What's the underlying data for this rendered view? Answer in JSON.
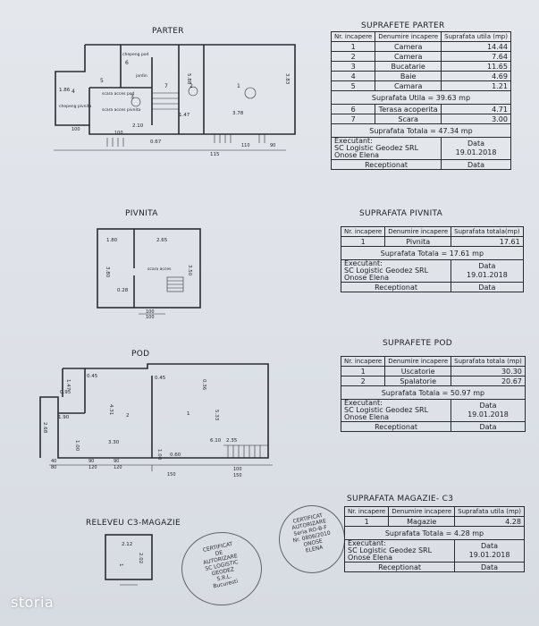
{
  "parter": {
    "plan_title": "PARTER",
    "table_title": "SUPRAFETE PARTER",
    "head_nr": "Nr. incapere",
    "head_name": "Denumire incapere",
    "head_area": "Suprafata utila (mp)",
    "rooms": [
      {
        "nr": "1",
        "name": "Camera",
        "area": "14.44"
      },
      {
        "nr": "2",
        "name": "Camera",
        "area": "7.64"
      },
      {
        "nr": "3",
        "name": "Bucatarie",
        "area": "11.65"
      },
      {
        "nr": "4",
        "name": "Baie",
        "area": "4.69"
      },
      {
        "nr": "5",
        "name": "Camara",
        "area": "1.21"
      }
    ],
    "utila": "Suprafata Utila  = 39.63 mp",
    "extra": [
      {
        "nr": "6",
        "name": "Terasa acoperita",
        "area": "4.71"
      },
      {
        "nr": "7",
        "name": "Scara",
        "area": "3.00"
      }
    ],
    "totala": "Suprafata Totala  = 47.34 mp",
    "executant_label": "Executant:",
    "executant_name": "SC Logistic Geodez SRL",
    "executant_person": "Onose Elena",
    "data_label": "Data",
    "data_value": "19.01.2018",
    "receptionat_label": "Receptionat"
  },
  "pivnita": {
    "plan_title": "PIVNITA",
    "table_title": "SUPRAFATA PIVNITA",
    "head_nr": "Nr. incapere",
    "head_name": "Denumire incapere",
    "head_area": "Suprafata totala(mp)",
    "rooms": [
      {
        "nr": "1",
        "name": "Pivnita",
        "area": "17.61"
      }
    ],
    "totala": "Suprafata Totala  = 17.61 mp",
    "executant_label": "Executant:",
    "executant_name": "SC Logistic Geodez SRL",
    "executant_person": "Onose Elena",
    "data_label": "Data",
    "data_value": "19.01.2018",
    "receptionat_label": "Receptionat"
  },
  "pod": {
    "plan_title": "POD",
    "table_title": "SUPRAFETE POD",
    "head_nr": "Nr. incapere",
    "head_name": "Denumire incapere",
    "head_area": "Suprafata totala (mp)",
    "rooms": [
      {
        "nr": "1",
        "name": "Uscatorie",
        "area": "30.30"
      },
      {
        "nr": "2",
        "name": "Spalatorie",
        "area": "20.67"
      }
    ],
    "totala": "Suprafata Totala  = 50.97 mp",
    "executant_label": "Executant:",
    "executant_name": "SC Logistic Geodez SRL",
    "executant_person": "Onose Elena",
    "data_label": "Data",
    "data_value": "19.01.2018",
    "receptionat_label": "Receptionat"
  },
  "magazie": {
    "plan_title": "RELEVEU C3-MAGAZIE",
    "table_title": "SUPRAFATA MAGAZIE- C3",
    "head_nr": "Nr. incapere",
    "head_name": "Denumire incapere",
    "head_area": "Suprafata utila (mp)",
    "rooms": [
      {
        "nr": "1",
        "name": "Magazie",
        "area": "4.28"
      }
    ],
    "totala": "Suprafata Totala  = 4.28 mp",
    "executant_label": "Executant:",
    "executant_name": "SC Logistic Geodez SRL",
    "executant_person": "Onose Elena",
    "data_label": "Data",
    "data_value": "19.01.2018",
    "receptionat_label": "Receptionat"
  },
  "plans": {
    "parter": {
      "dims": [
        "1.86",
        "3.78",
        "5.88",
        "3.83",
        "0.67",
        "1.47",
        "2.10",
        "115",
        "100",
        "100",
        "110",
        "90"
      ],
      "rooms": [
        "1",
        "2",
        "3",
        "4",
        "5",
        "6",
        "7"
      ],
      "labels": [
        "chepeng pod",
        "scara acces pod",
        "scara acces pivnita",
        "chepeng pivnita",
        "jardin"
      ]
    },
    "pivnita": {
      "dims": [
        "1.80",
        "2.65",
        "3.80",
        "3.50",
        "0.28",
        "100",
        "100"
      ],
      "labels": [
        "scara acces"
      ]
    },
    "pod": {
      "dims": [
        "1.47",
        "0.45",
        "0.95",
        "4.31",
        "1.90",
        "2.68",
        "1.00",
        "3.30",
        "0.45",
        "0.36",
        "5.33",
        "6.10",
        "2.35",
        "0.60",
        "1.00",
        "40",
        "80",
        "90",
        "120",
        "90",
        "120",
        "150",
        "100",
        "150"
      ],
      "rooms": [
        "1",
        "2"
      ]
    },
    "magazie": {
      "dims": [
        "2.12",
        "2.02"
      ],
      "rooms": [
        "1"
      ]
    }
  },
  "stamps": {
    "left_lines": [
      "CERTIFICAT",
      "DE",
      "AUTORIZARE",
      "SC LOGISTIC",
      "GEODEZ",
      "S.R.L.",
      "Bucuresti"
    ],
    "right_lines": [
      "CERTIFICAT",
      "AUTORIZARE",
      "Seria RO-B-F",
      "Nr. 0806/2010",
      "ONOSE",
      "ELENA"
    ]
  },
  "brand": "storia"
}
